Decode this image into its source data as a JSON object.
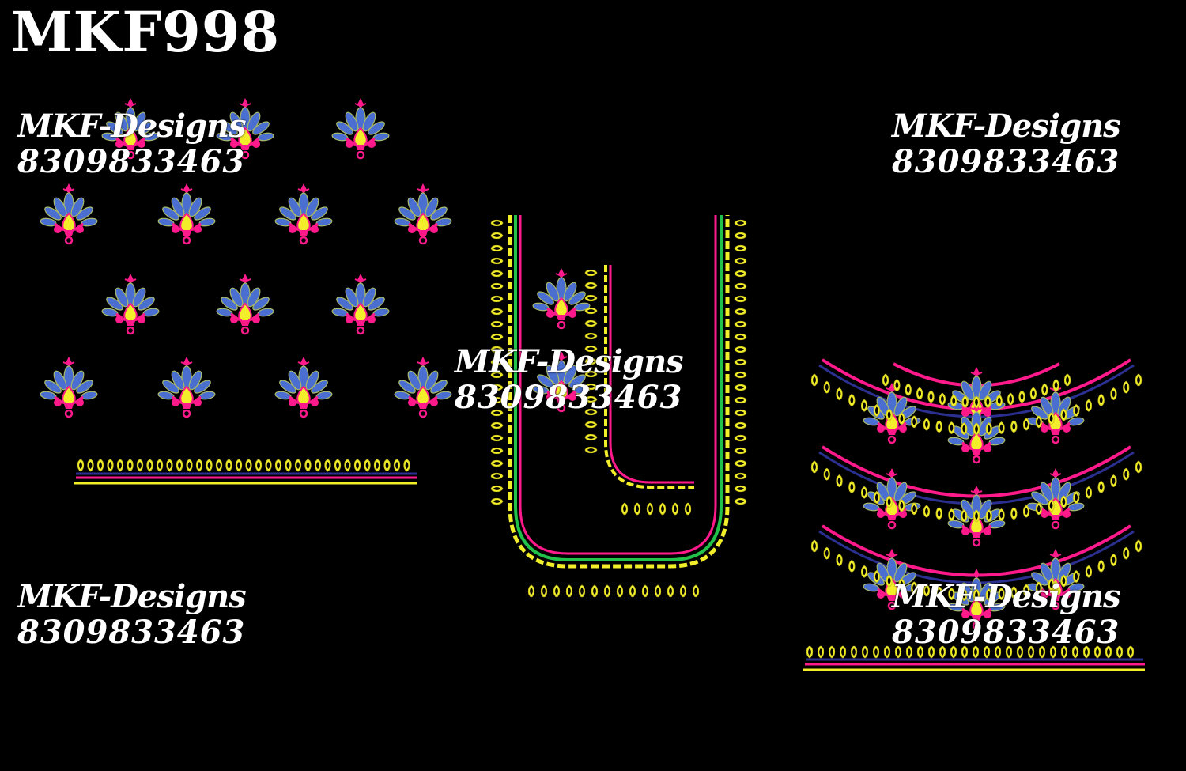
{
  "design_code": "MKF998",
  "watermark": {
    "brand": "MKF-Designs",
    "phone": "8309833463"
  },
  "colors": {
    "background": "#000000",
    "text": "#ffffff",
    "pink": "#ff1a8c",
    "blue": "#4a6fd0",
    "yellow": "#f2ee2a",
    "green": "#22c24a",
    "navy": "#2b2f8f"
  },
  "icons": [
    "paisley-motif-icon"
  ]
}
